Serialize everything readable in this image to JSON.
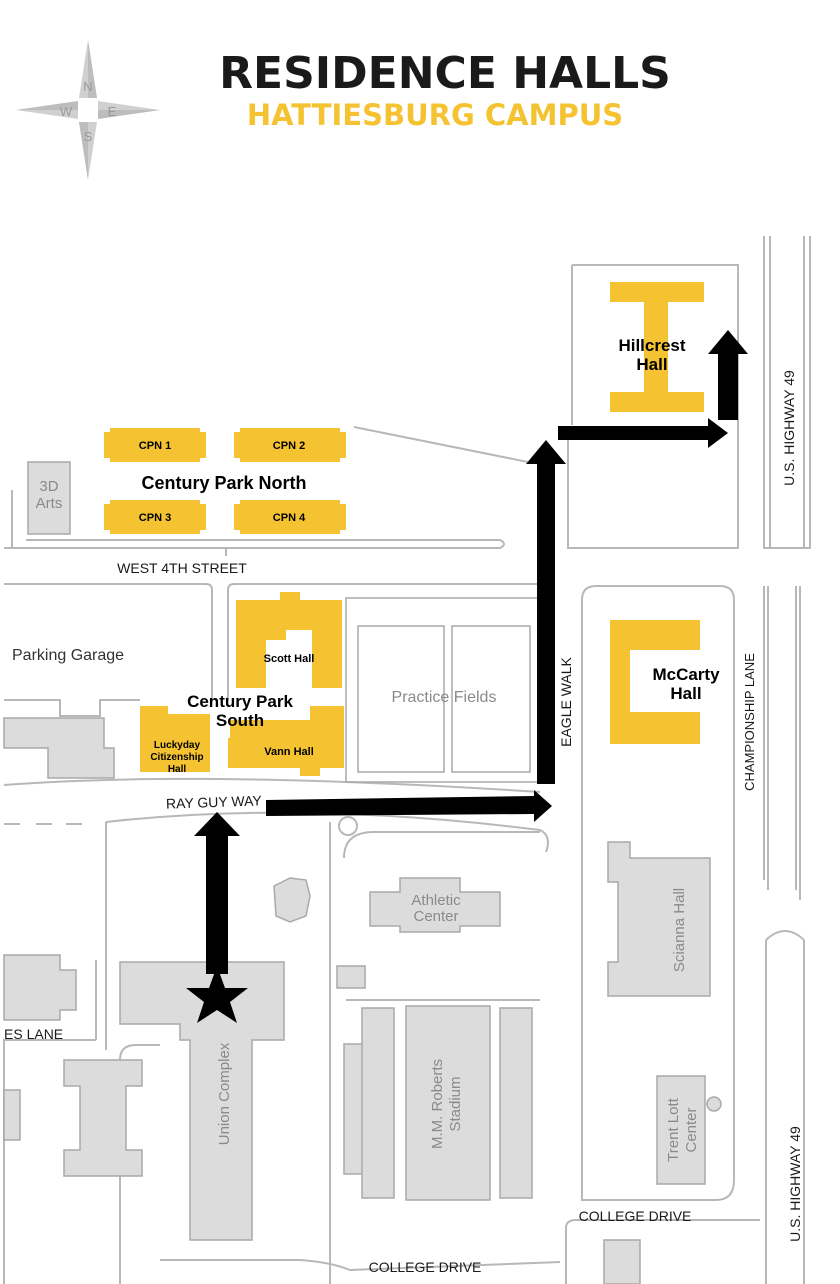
{
  "header": {
    "title": "RESIDENCE HALLS",
    "subtitle": "HATTIESBURG CAMPUS"
  },
  "compass": {
    "n": "N",
    "s": "S",
    "e": "E",
    "w": "W"
  },
  "colors": {
    "residence_hall": "#f5c332",
    "campus_building": "#dcdcdc",
    "building_outline": "#a9a9a9",
    "road_outline": "#b8b8b8",
    "route_arrow": "#000000",
    "subtitle": "#f5c332"
  },
  "residence_halls": {
    "cpn1": "CPN 1",
    "cpn2": "CPN 2",
    "cpn3": "CPN 3",
    "cpn4": "CPN 4",
    "century_park_north": "Century Park North",
    "scott": "Scott Hall",
    "vann": "Vann Hall",
    "century_park_south_1": "Century Park",
    "century_park_south_2": "South",
    "luckyday_1": "Luckyday",
    "luckyday_2": "Citizenship",
    "luckyday_3": "Hall",
    "hillcrest_1": "Hillcrest",
    "hillcrest_2": "Hall",
    "mccarty_1": "McCarty",
    "mccarty_2": "Hall"
  },
  "buildings": {
    "arts_1": "3D",
    "arts_2": "Arts",
    "parking_garage": "Parking Garage",
    "practice_fields": "Practice Fields",
    "athletic_1": "Athletic",
    "athletic_2": "Center",
    "scianna": "Scianna Hall",
    "union_complex": "Union Complex",
    "stadium_1": "M.M. Roberts",
    "stadium_2": "Stadium",
    "trent_1": "Trent Lott",
    "trent_2": "Center"
  },
  "streets": {
    "west_4th": "WEST 4TH STREET",
    "ray_guy_way": "RAY GUY WAY",
    "eagle_walk": "EAGLE WALK",
    "championship_lane": "CHAMPIONSHIP LANE",
    "us49_top": "U.S. HIGHWAY 49",
    "us49_bottom": "U.S. HIGHWAY 49",
    "college_drive_right": "COLLEGE DRIVE",
    "college_drive_bottom": "COLLEGE DRIVE",
    "es_lane": "ES LANE"
  },
  "route": {
    "start_marker": "star-icon",
    "destination": "Hillcrest Hall"
  }
}
